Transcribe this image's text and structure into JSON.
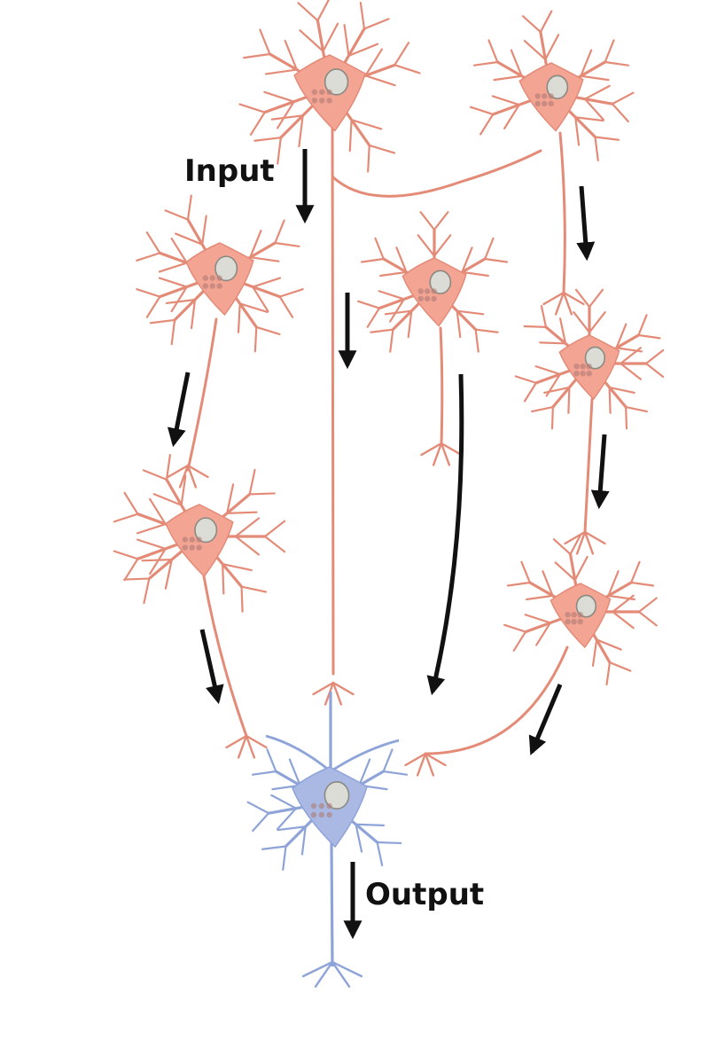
{
  "labels": {
    "input": "Input",
    "output": "Output"
  },
  "colors": {
    "presynaptic_body": "#f3a493",
    "presynaptic_line": "#e48b78",
    "postsynaptic_body": "#a9b9e4",
    "postsynaptic_line": "#8ea3d8",
    "arrow": "#111111",
    "nucleus": "#dcdcd6"
  },
  "diagram": {
    "presynaptic_neurons": [
      {
        "name": "neuron-top-center"
      },
      {
        "name": "neuron-top-right"
      },
      {
        "name": "neuron-left-upper"
      },
      {
        "name": "neuron-center"
      },
      {
        "name": "neuron-right-middle"
      },
      {
        "name": "neuron-left-lower"
      },
      {
        "name": "neuron-right-lower"
      }
    ],
    "postsynaptic_neuron": {
      "name": "neuron-output"
    },
    "arrow_count": 9
  }
}
